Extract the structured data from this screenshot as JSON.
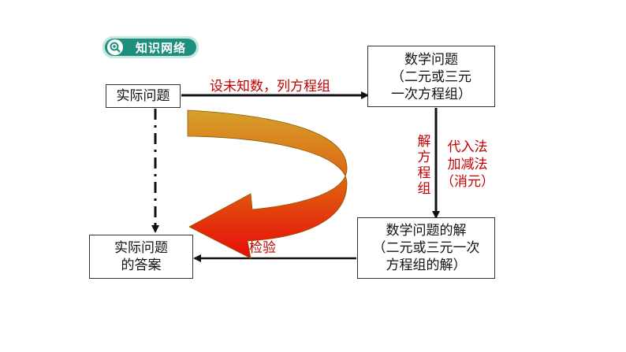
{
  "header": {
    "badge_label": "知识网络",
    "badge_icon": "magnifier-icon"
  },
  "boxes": {
    "real_problem": "实际问题",
    "math_problem": [
      "数学问题",
      "（二元或三元",
      "一次方程组）"
    ],
    "math_solution": [
      "数学问题的解",
      "（二元或三元一次",
      "方程组的解）"
    ],
    "real_answer": [
      "实际问题",
      "的答案"
    ]
  },
  "edges": {
    "top": "设未知数，列方程组",
    "right_vertical": [
      "解",
      "方",
      "程",
      "组"
    ],
    "methods": [
      "代入法",
      "加减法",
      "（消元）"
    ],
    "check": "检验"
  },
  "colors": {
    "accent": "#c00000",
    "badge": "#1f8f7d"
  }
}
